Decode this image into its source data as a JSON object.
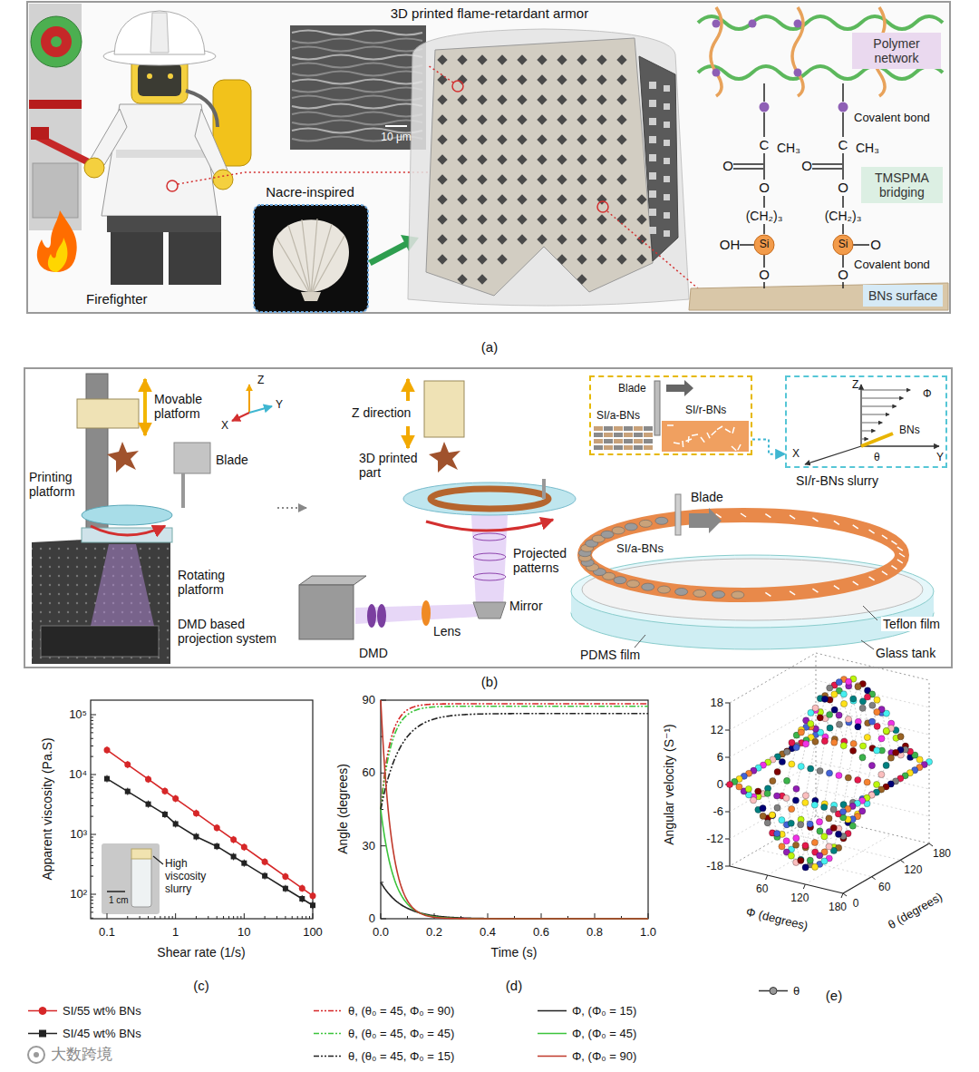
{
  "diagram": {
    "nodes": [
      {
        "text": [
          "Polymer network"
        ]
      },
      {
        "text": [
          "TMSPMA bridging"
        ]
      },
      {
        "text": [
          "BNs surface"
        ]
      },
      {
        "text": [
          "Blade",
          "SI/a-BNs",
          "SI/r-BNs"
        ]
      },
      {
        "text": [
          "Z",
          "Φ",
          "X",
          "θ",
          "BNs",
          "Y"
        ]
      }
    ],
    "edges": [
      {
        "from": 3,
        "to": 4,
        "arrow": "to"
      }
    ],
    "labels": [
      "3D printed flame-retardant armor",
      "10 μm",
      "Nacre-inspired",
      "Firefighter",
      "Covalent bond",
      "Covalent bond",
      "C",
      "CH₃",
      "O",
      "O",
      "(CH₂)₃",
      "Si",
      "OH",
      "O",
      "C",
      "CH₃",
      "O",
      "O",
      "(CH₂)₃",
      "Si",
      "O",
      "O",
      "(a)",
      "Movable platform",
      "Z",
      "X",
      "Y",
      "Blade",
      "Printing platform",
      "Rotating platform",
      "DMD based projection system",
      "Z direction",
      "3D printed part",
      "Projected patterns",
      "Mirror",
      "Lens",
      "DMD",
      "SI/r-BNs slurry",
      "Blade",
      "SI/a-BNs",
      "Teflon film",
      "PDMS film",
      "Glass tank",
      "(b)",
      "Apparent viscosity (Pa.S)",
      "10⁵",
      "10⁴",
      "10³",
      "10²",
      "0.1",
      "1",
      "10",
      "100",
      "Shear rate (1/s)",
      "High viscosity slurry",
      "1 cm",
      "(c)",
      "Angle (degrees)",
      "90",
      "60",
      "30",
      "0",
      "0.0",
      "0.2",
      "0.4",
      "0.6",
      "0.8",
      "1.0",
      "Time (s)",
      "(d)",
      "Angular velocity (S⁻¹)",
      "18",
      "12",
      "6",
      "0",
      "-6",
      "-12",
      "-18",
      "Φ (degrees)",
      "60",
      "120",
      "180",
      "θ (degrees)",
      "0",
      "60",
      "120",
      "180",
      "(e)",
      "大数跨境"
    ],
    "legend": [
      {
        "text": "SI/55 wt% BNs"
      },
      {
        "text": "SI/45 wt% BNs"
      },
      {
        "text": "θ, (θ₀ = 45, Φ₀ = 90)"
      },
      {
        "text": "θ, (θ₀ = 45, Φ₀ = 45)"
      },
      {
        "text": "θ, (θ₀ = 45, Φ₀ = 15)"
      },
      {
        "text": "Φ, (Φ₀ = 15)"
      },
      {
        "text": "Φ, (Φ₀ = 45)"
      },
      {
        "text": "Φ, (Φ₀ = 90)"
      },
      {
        "text": "θ"
      }
    ]
  }
}
